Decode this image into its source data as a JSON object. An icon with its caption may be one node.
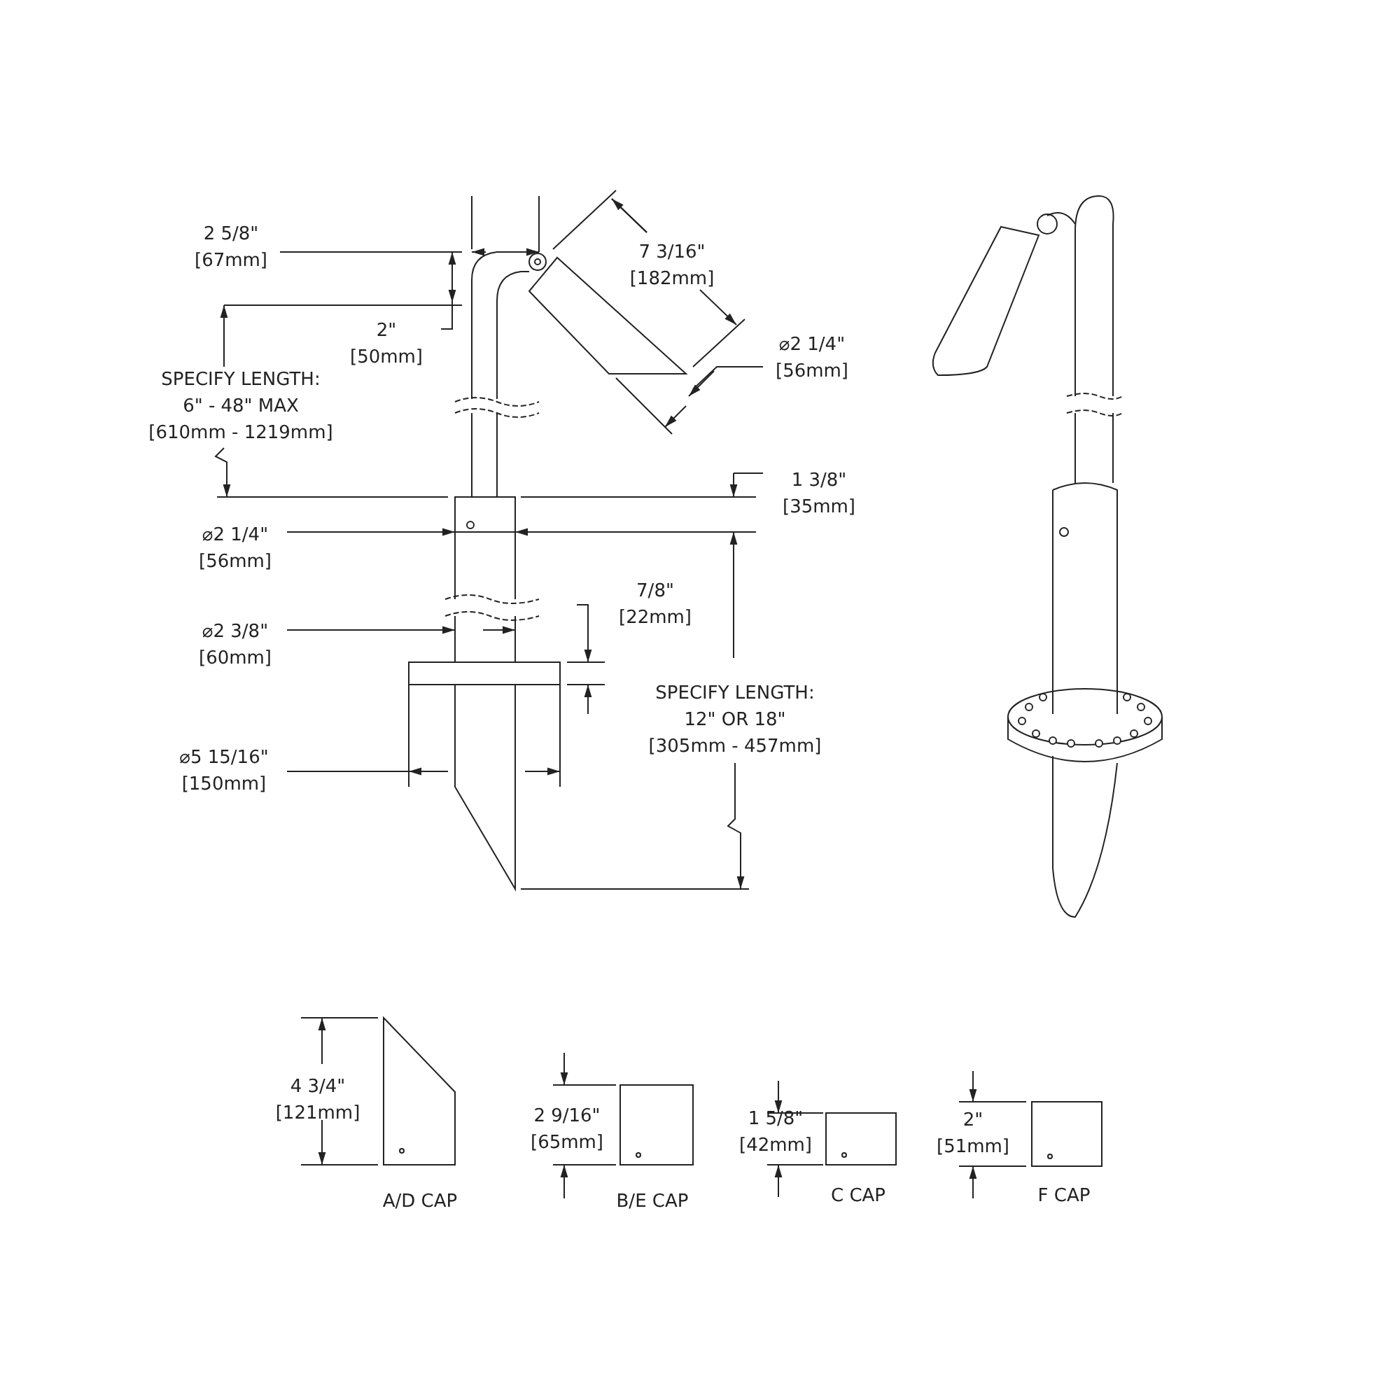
{
  "diagram": {
    "labels": [
      "2 5/8\" [67mm]",
      "7 3/16\" [182mm]",
      "2\" [50mm]",
      "⌀2 1/4\" [56mm]",
      "SPECIFY LENGTH: 6\" - 48\" MAX [610mm - 1219mm]",
      "1 3/8\" [35mm]",
      "⌀2 1/4\" [56mm]",
      "7/8\" [22mm]",
      "⌀2 3/8\" [60mm]",
      "SPECIFY LENGTH: 12\" OR 18\" [305mm - 457mm]",
      "⌀5 15/16\" [150mm]",
      "4 3/4\" [121mm]",
      "2 9/16\" [65mm]",
      "1 5/8\" [42mm]",
      "2\" [51mm]",
      "A/D CAP",
      "B/E CAP",
      "C CAP",
      "F CAP"
    ]
  }
}
